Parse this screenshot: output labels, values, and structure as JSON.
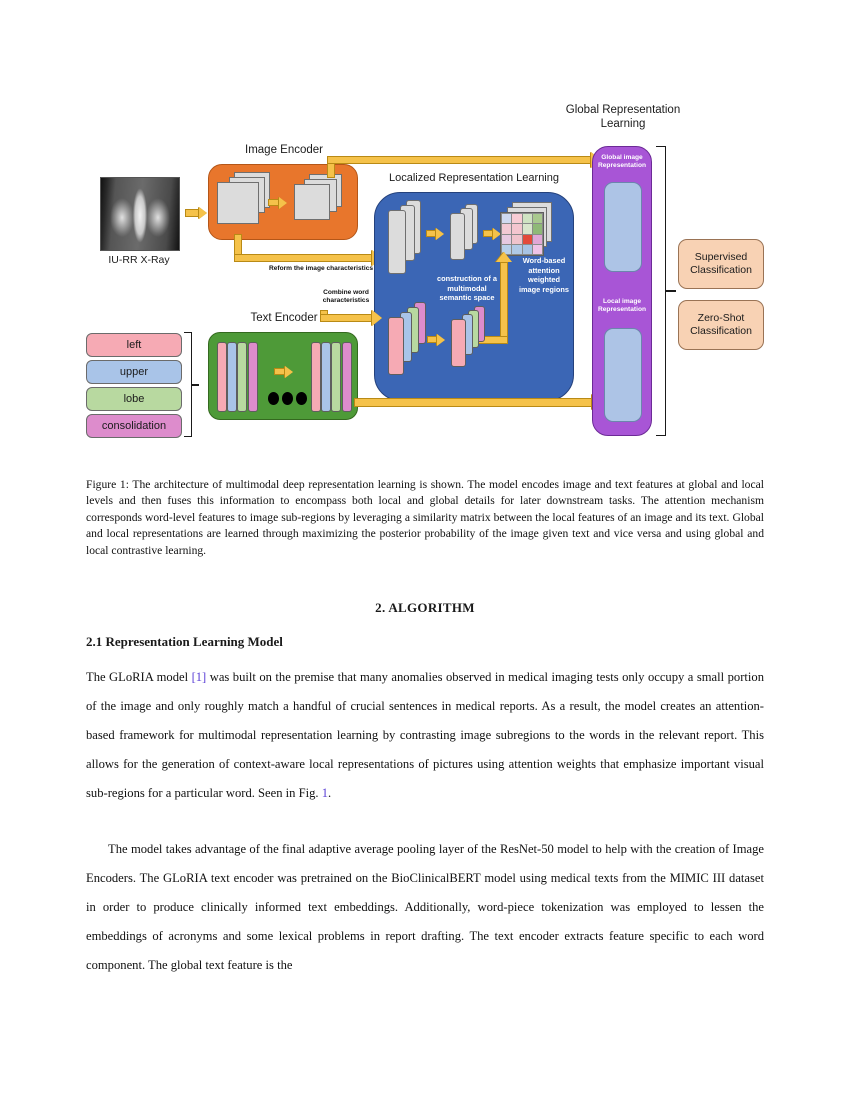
{
  "figure": {
    "titles": {
      "image_encoder": "Image Encoder",
      "text_encoder": "Text Encoder",
      "localized": "Localized Representation Learning",
      "global_line1": "Global Representation",
      "global_line2": "Learning"
    },
    "xray_label": "IU-RR X-Ray",
    "annotations": {
      "reform": "Reform the image characteristics",
      "combine_line1": "Combine word",
      "combine_line2": "characteristics",
      "construction": "construction of a\nmultimodal\nsemantic space",
      "word_based": "Word-based\nattention\nweighted\nimage regions"
    },
    "global_captions": {
      "top": "Global image\nRepresentation",
      "bottom": "Local image\nRepresentation"
    },
    "word_chips": [
      {
        "label": "left",
        "color": "#f6aab4"
      },
      {
        "label": "upper",
        "color": "#a9c4e8"
      },
      {
        "label": "lobe",
        "color": "#b8d9a0"
      },
      {
        "label": "consolidation",
        "color": "#dd8ccc"
      }
    ],
    "classification": [
      {
        "line1": "Supervised",
        "line2": "Classification"
      },
      {
        "line1": "Zero-Shot",
        "line2": "Classification"
      }
    ],
    "colors": {
      "image_encoder": "#e8762c",
      "text_encoder": "#4e9a38",
      "localized": "#3b66b5",
      "global": "#a855d6",
      "arrow": "#f5c24a",
      "classification_box": "#f8d2b4",
      "global_inner": "#adc4e6"
    },
    "matrix_cells": [
      "#cfd9ef",
      "#f7ccd4",
      "#cfe3c2",
      "#a9c98e",
      "#f2c9d3",
      "#f4c6cf",
      "#d9e6cc",
      "#8fb977",
      "#e7c9e0",
      "#f0c3cc",
      "#e34a3a",
      "#e0a7d6",
      "#b7cfe9",
      "#b0c9e6",
      "#a8c3e3",
      "#eec3e6"
    ]
  },
  "caption": {
    "label": "Figure 1:",
    "text": "Figure 1: The architecture of multimodal deep representation learning is shown. The model encodes image and text features at global and local levels and then fuses this information to encompass both local and global details for later downstream tasks. The attention mechanism corresponds word-level features to image sub-regions by leveraging a similarity matrix between the local features of an image and its text. Global and local representations are learned through maximizing the posterior probability of the image given text and vice versa and using global and local contrastive learning."
  },
  "sections": {
    "algorithm_title": "2. ALGORITHM",
    "subsection_title": "2.1   Representation Learning Model"
  },
  "paragraphs": {
    "p1_a": "The GLoRIA model ",
    "p1_cite": "[1]",
    "p1_b": " was built on the premise that many anomalies observed in medical imaging tests only occupy a small portion of the image and only roughly match a handful of crucial sentences in medical reports. As a result, the model creates an attention-based framework for multimodal representation learning by contrasting image subregions to the words in the relevant report. This allows for the generation of context-aware local representations of pictures using attention weights that emphasize important visual sub-regions for a particular word. Seen in Fig. ",
    "p1_figref": "1",
    "p1_c": ".",
    "p2": "The model takes advantage of the final adaptive average pooling layer of the ResNet-50 model to help with the creation of Image Encoders. The GLoRIA text encoder was pretrained on the BioClinicalBERT model using medical texts from the MIMIC III dataset in order to produce clinically informed text embeddings. Additionally, word-piece tokenization was employed to lessen the embeddings of acronyms and some lexical problems in report drafting. The text encoder extracts feature specific to each word component. The global text feature is the"
  }
}
